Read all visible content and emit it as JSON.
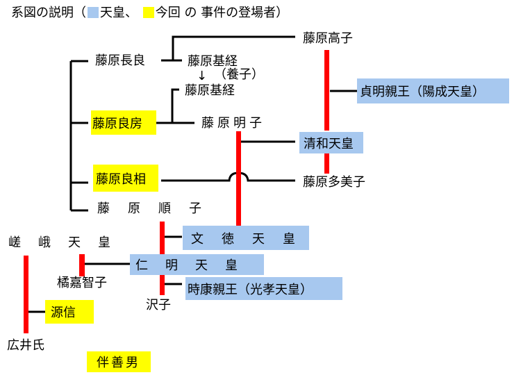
{
  "title": {
    "prefix": "系図の説明（",
    "legend_emperor": "天皇、",
    "legend_event": "今回 の 事件の登場者）",
    "emperor_color": "#a7c8ef",
    "event_color": "#ffff00"
  },
  "people": {
    "nagara": "藤原長良",
    "takaiko": "藤原高子",
    "mototsune1": "藤原基経",
    "adopted": "（養子）",
    "arrow": "↓",
    "mototsune2": "藤原基経",
    "yoshifusa": "藤原良房",
    "akirakeiko": "藤原明子",
    "seiwa": "清和天皇",
    "sadaakira": "貞明親王（陽成天皇）",
    "yoshimi": "藤原良相",
    "tamiko": "藤原多美子",
    "nobuko": "藤原順子",
    "montoku": "文徳天皇",
    "saga": "嵯峨天皇",
    "ninmyo": "仁明天皇",
    "kachiko": "橘嘉智子",
    "tokiyasu": "時康親王（光孝天皇）",
    "sawako": "沢子",
    "makoto": "源信",
    "hiroi": "広井氏",
    "tomo": "伴善男"
  }
}
